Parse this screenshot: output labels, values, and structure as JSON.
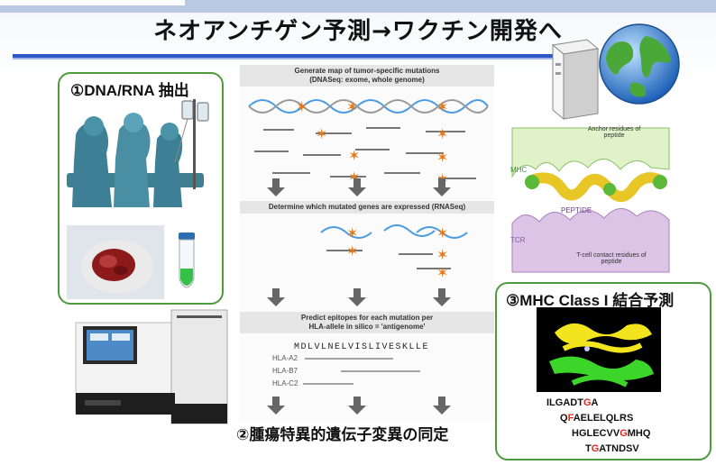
{
  "title": "ネオアンチゲン予測→ワクチン開発へ",
  "box1": {
    "title": "①DNA/RNA 抽出"
  },
  "box3": {
    "title": "③MHC Class I 結合予測"
  },
  "subtitle2": "②腫瘍特異的遺伝子変異の同定",
  "center": {
    "step1": "Generate map of tumor-specific mutations",
    "step1b": "(DNASeq: exome, whole genome)",
    "step2": "Determine which mutated genes are expressed (RNASeq)",
    "step3": "Predict epitopes for each mutation per",
    "step3b": "HLA-allele in silico = 'antigenome'",
    "sequence": "MDLVLNELVISLIVESKLLE",
    "hla": [
      "HLA-A2",
      "HLA-B7",
      "HLA-C2"
    ]
  },
  "mhc_diagram": {
    "mhc": "MHC",
    "tcr": "TCR",
    "anchor": "Anchor residues of peptide",
    "tcell": "T-cell contact residues of peptide",
    "peptide": "PEPTIDE"
  },
  "peptides": [
    {
      "pre": "ILGADT",
      "red": "G",
      "post": "A"
    },
    {
      "pre": "Q",
      "red": "F",
      "post": "AELELQLRS"
    },
    {
      "pre": "HGLECVV",
      "red": "G",
      "post": "MHQ"
    },
    {
      "pre": "T",
      "red": "G",
      "post": "ATNDSV"
    }
  ],
  "colors": {
    "box_border": "#4f9a3c",
    "title_line": "#2c58c8",
    "mutation": "#e07a1f",
    "peptide_highlight": "#e0261c"
  }
}
